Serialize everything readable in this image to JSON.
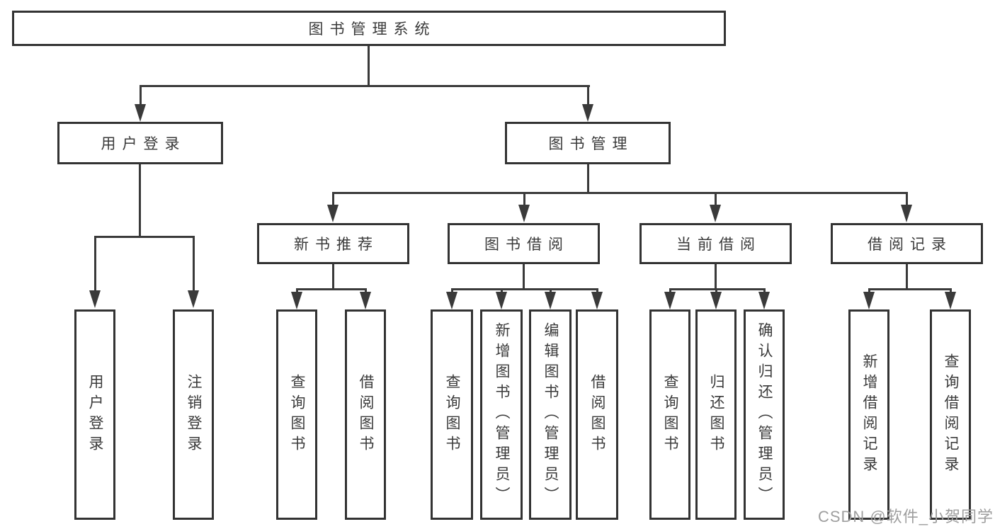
{
  "diagram": {
    "root": "图书管理系统",
    "level2": {
      "user_login": "用户登录",
      "book_management": "图书管理"
    },
    "level3": {
      "new_book_recommend": "新书推荐",
      "book_borrowing": "图书借阅",
      "current_borrowing": "当前借阅",
      "borrowing_records": "借阅记录"
    },
    "leaves": {
      "user_login": [
        "用户登录",
        "注销登录"
      ],
      "new_book_recommend": [
        "查询图书",
        "借阅图书"
      ],
      "book_borrowing": [
        "查询图书",
        "新增图书（管理员）",
        "编辑图书（管理员）",
        "借阅图书"
      ],
      "current_borrowing": [
        "查询图书",
        "归还图书",
        "确认归还（管理员）"
      ],
      "borrowing_records": [
        "新增借阅记录",
        "查询借阅记录"
      ]
    },
    "colors": {
      "line": "#3a3a3a",
      "box_border": "#333333",
      "text": "#3a3a3a",
      "watermark": "#9e9e9e",
      "background": "#ffffff"
    }
  },
  "watermark": "CSDN @软件_小贺同学"
}
